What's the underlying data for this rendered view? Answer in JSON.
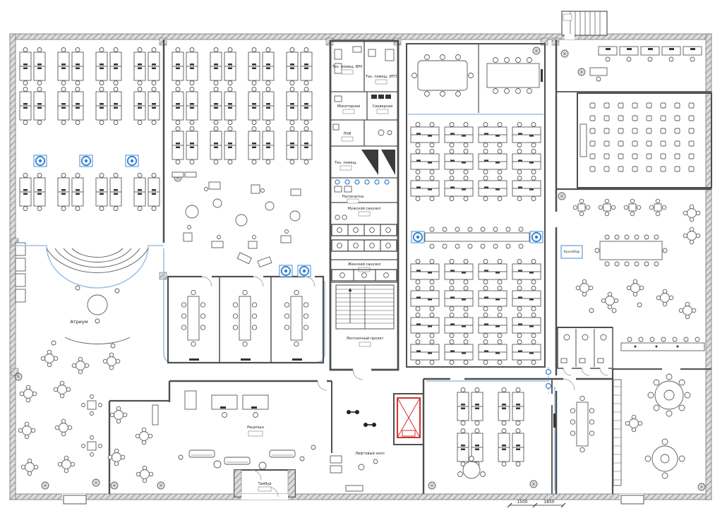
{
  "document": {
    "type": "architectural-floor-plan",
    "language": "ru"
  },
  "rooms": {
    "atrium": {
      "label": "Атриум"
    },
    "reception": {
      "label": "Рецепшн"
    },
    "tambour": {
      "label": "Тамбур"
    },
    "tech_vru": {
      "label": "Тех. помещ. ВРУ"
    },
    "tech_itp": {
      "label": "Тех. помещ. ИТП"
    },
    "monitoring": {
      "label": "Мониторная"
    },
    "server": {
      "label": "Серверная"
    },
    "pui": {
      "label": "ПУИ"
    },
    "tech": {
      "label": "Тех. помещ."
    },
    "printing": {
      "label": "Распечатка"
    },
    "wc_men": {
      "label": "Мужской санузел"
    },
    "wc_women": {
      "label": "Женский санузел"
    },
    "stairwell": {
      "label": "Лестничный пролет"
    },
    "lift_hall": {
      "label": "Лифтовый холл"
    },
    "kitchen": {
      "label": "Кухня/бар"
    }
  },
  "dimensions": {
    "d1": "1500",
    "d2": "1850"
  },
  "colors": {
    "wall_hatch": "#8c8c8c",
    "line": "#4f4f4f",
    "accent_blue": "#9dc3e6",
    "marker_blue": "#2f7fd0",
    "elevator_red": "#d23232",
    "background": "#ffffff"
  }
}
